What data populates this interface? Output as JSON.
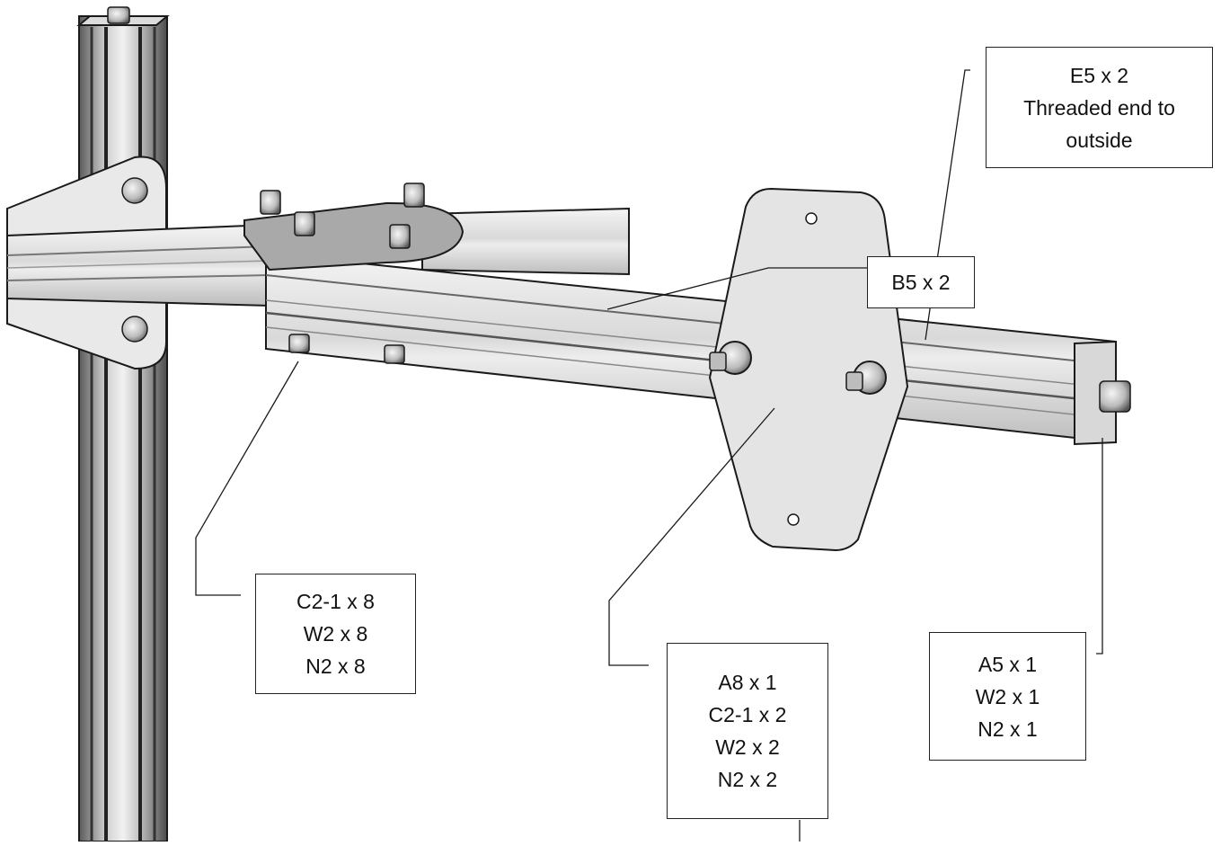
{
  "figure": {
    "description_free": true,
    "colors": {
      "line": "#1a1a1a",
      "metal_light": "#ececec",
      "metal_mid": "#cfcfcf",
      "metal_dark": "#8a8a8a",
      "plate": "#e6e6e6"
    }
  },
  "callouts": {
    "e5": {
      "lines": [
        "E5 x 2",
        "Threaded end to",
        "outside"
      ]
    },
    "b5": {
      "lines": [
        "B5 x 2"
      ]
    },
    "c2_left": {
      "lines": [
        "C2-1 x 8",
        "W2 x 8",
        "N2 x 8"
      ]
    },
    "a8": {
      "lines": [
        "A8 x 1",
        "C2-1 x 2",
        "W2 x 2",
        "N2 x 2"
      ]
    },
    "a5": {
      "lines": [
        "A5 x 1",
        "W2 x 1",
        "N2 x 1"
      ]
    }
  }
}
